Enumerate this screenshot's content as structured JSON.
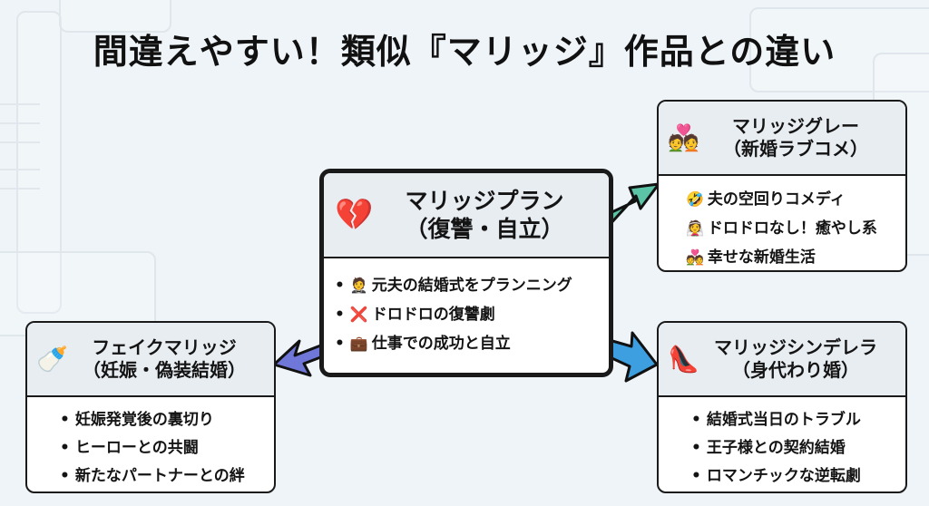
{
  "title": "間違えやすい！類似『マリッジ』作品との違い",
  "center": {
    "icon": "💔",
    "title_line1": "マリッジプラン",
    "title_line2": "（復讐・自立）",
    "items": [
      {
        "bullet": "•",
        "emoji": "🤵",
        "text": "元夫の結婚式をプランニング"
      },
      {
        "bullet": "•",
        "emoji": "❌",
        "text": "ドロドロの復讐劇"
      },
      {
        "bullet": "•",
        "emoji": "💼",
        "text": "仕事での成功と自立"
      }
    ]
  },
  "top_right": {
    "icon": "💑",
    "title_line1": "マリッジグレー",
    "title_line2": "（新婚ラブコメ）",
    "items": [
      {
        "emoji": "🤣",
        "text": "夫の空回りコメディ"
      },
      {
        "emoji": "👰",
        "text": "ドロドロなし！癒やし系"
      },
      {
        "emoji": "💑",
        "text": "幸せな新婚生活"
      }
    ]
  },
  "bottom_left": {
    "icon": "🍼",
    "title_line1": "フェイクマリッジ",
    "title_line2": "（妊娠・偽装結婚）",
    "items": [
      {
        "bullet": "•",
        "text": "妊娠発覚後の裏切り"
      },
      {
        "bullet": "•",
        "text": "ヒーローとの共闘"
      },
      {
        "bullet": "•",
        "text": "新たなパートナーとの絆"
      }
    ]
  },
  "bottom_right": {
    "icon": "👠",
    "title_line1": "マリッジシンデレラ",
    "title_line2": "（身代わり婚）",
    "items": [
      {
        "bullet": "•",
        "text": "結婚式当日のトラブル"
      },
      {
        "bullet": "•",
        "text": "王子様との契約結婚"
      },
      {
        "bullet": "•",
        "text": "ロマンチックな逆転劇"
      }
    ]
  },
  "colors": {
    "arrow_top_right": "#5cc4a6",
    "arrow_bottom_left": "#6f78d8",
    "arrow_bottom_right": "#3d9fe0"
  }
}
